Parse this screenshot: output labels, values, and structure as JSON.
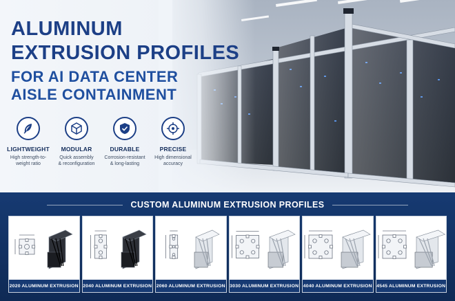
{
  "hero": {
    "title_line1": "ALUMINUM",
    "title_line2": "EXTRUSION PROFILES",
    "title_line3": "FOR AI DATA CENTER",
    "title_line4": "AISLE CONTAINMENT",
    "features": [
      {
        "title": "LIGHTWEIGHT",
        "desc1": "High strength-to-",
        "desc2": "weight ratio",
        "icon": "feather-icon"
      },
      {
        "title": "MODULAR",
        "desc1": "Quick assembly",
        "desc2": "& reconfiguration",
        "icon": "modular-cube-icon"
      },
      {
        "title": "DURABLE",
        "desc1": "Corrosion-resistant",
        "desc2": "& long-lasting",
        "icon": "shield-icon"
      },
      {
        "title": "PRECISE",
        "desc1": "High dimensional",
        "desc2": "accuracy",
        "icon": "crosshair-icon"
      }
    ]
  },
  "catalog": {
    "title": "CUSTOM ALUMINUM EXTRUSION PROFILES",
    "profiles": [
      {
        "label": "2020 ALUMINUM EXTRUSION",
        "finish": "#1b1d22"
      },
      {
        "label": "2040 ALUMINUM EXTRUSION",
        "finish": "#1b1d22"
      },
      {
        "label": "2060 ALUMINUM EXTRUSION",
        "finish": "#c7ccd3"
      },
      {
        "label": "3030 ALUMINUM EXTRUSION",
        "finish": "#c7ccd3"
      },
      {
        "label": "4040 ALUMINUM EXTRUSION",
        "finish": "#c7ccd3"
      },
      {
        "label": "4545 ALUMINUM EXTRUSION",
        "finish": "#c7ccd3"
      }
    ]
  },
  "colors": {
    "brand_navy": "#1c3f86",
    "band": "#163a72"
  }
}
